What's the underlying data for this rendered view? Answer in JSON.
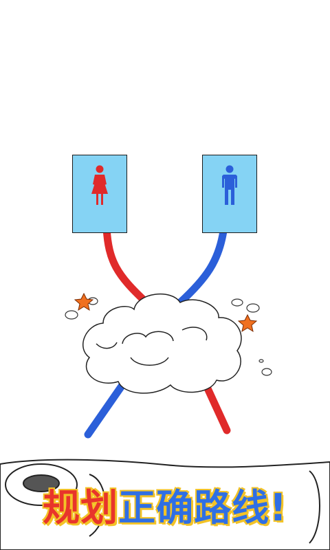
{
  "banner": {
    "part_a": "规划",
    "part_b": "正确路线!"
  },
  "doors": [
    {
      "gender": "female",
      "icon": "female-restroom-icon",
      "color": "#e02a2a"
    },
    {
      "gender": "male",
      "icon": "male-restroom-icon",
      "color": "#2b5fd9"
    }
  ],
  "colors": {
    "door_bg": "#85d3f4",
    "red_path": "#e02a2a",
    "blue_path": "#2b5fd9",
    "banner_red": "#e8352b",
    "banner_blue": "#2f6fe4",
    "banner_outline": "#f3c327"
  },
  "decorations": [
    "smoke-cloud",
    "orange-star",
    "toilet-paper-roll"
  ]
}
